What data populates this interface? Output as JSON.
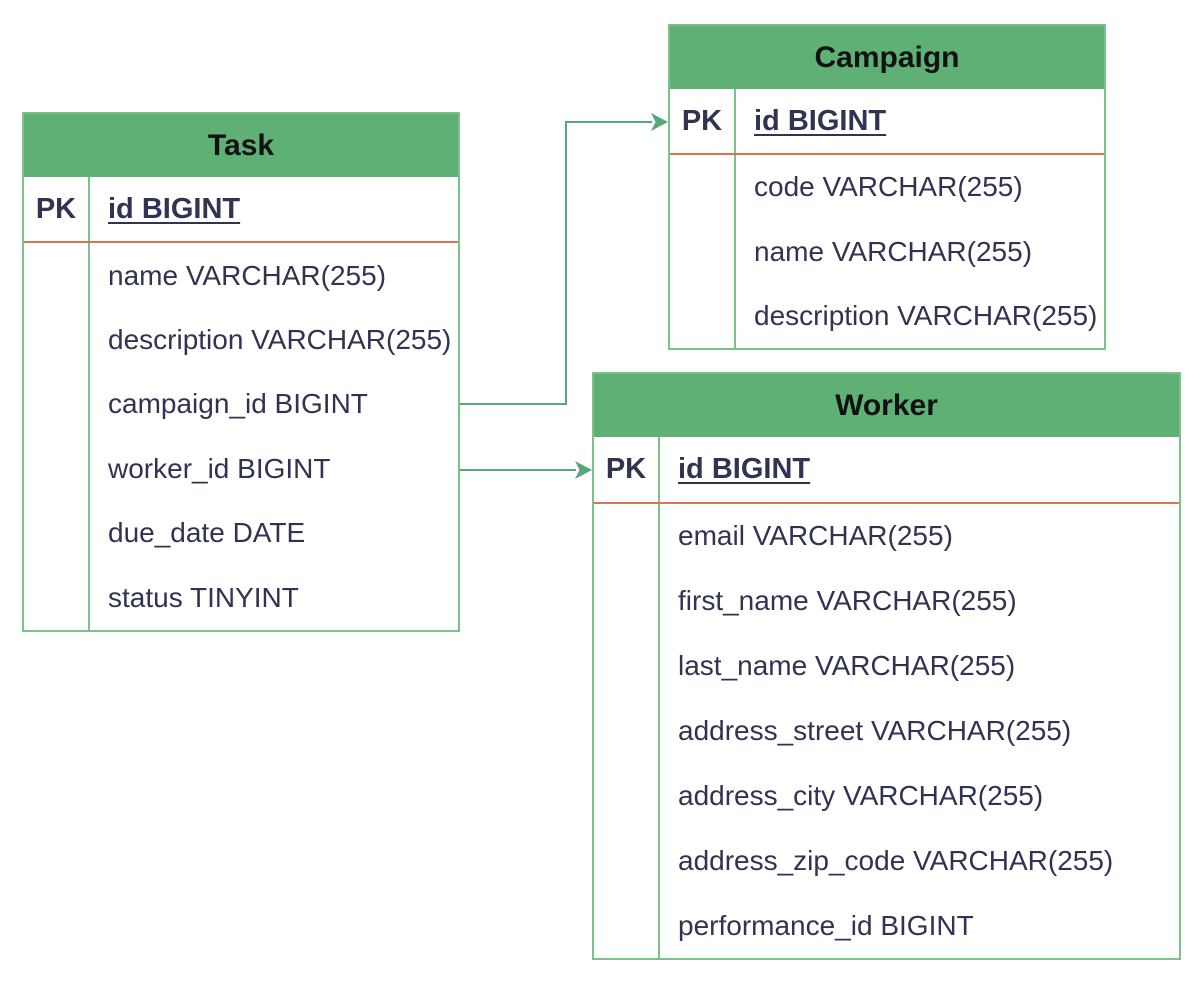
{
  "diagram": {
    "colors": {
      "header_fill": "#5FB074",
      "table_border": "#7CC08E",
      "pk_divider": "#DB7256",
      "field_text": "#303352",
      "title_text": "#111111",
      "connector": "#56A878",
      "background": "#FFFFFF"
    },
    "tables": [
      {
        "title": "Task",
        "pk": {
          "key_label": "PK",
          "field": "id BIGINT"
        },
        "fields": [
          "name VARCHAR(255)",
          "description VARCHAR(255)",
          "campaign_id BIGINT",
          "worker_id BIGINT",
          "due_date DATE",
          "status TINYINT"
        ]
      },
      {
        "title": "Campaign",
        "pk": {
          "key_label": "PK",
          "field": "id BIGINT"
        },
        "fields": [
          "code VARCHAR(255)",
          "name VARCHAR(255)",
          "description VARCHAR(255)"
        ]
      },
      {
        "title": "Worker",
        "pk": {
          "key_label": "PK",
          "field": "id BIGINT"
        },
        "fields": [
          "email VARCHAR(255)",
          "first_name VARCHAR(255)",
          "last_name VARCHAR(255)",
          "address_street VARCHAR(255)",
          "address_city VARCHAR(255)",
          "address_zip_code VARCHAR(255)",
          "performance_id BIGINT"
        ]
      }
    ],
    "relationships": [
      {
        "from": "Task.campaign_id",
        "to": "Campaign.id"
      },
      {
        "from": "Task.worker_id",
        "to": "Worker.id"
      }
    ]
  }
}
